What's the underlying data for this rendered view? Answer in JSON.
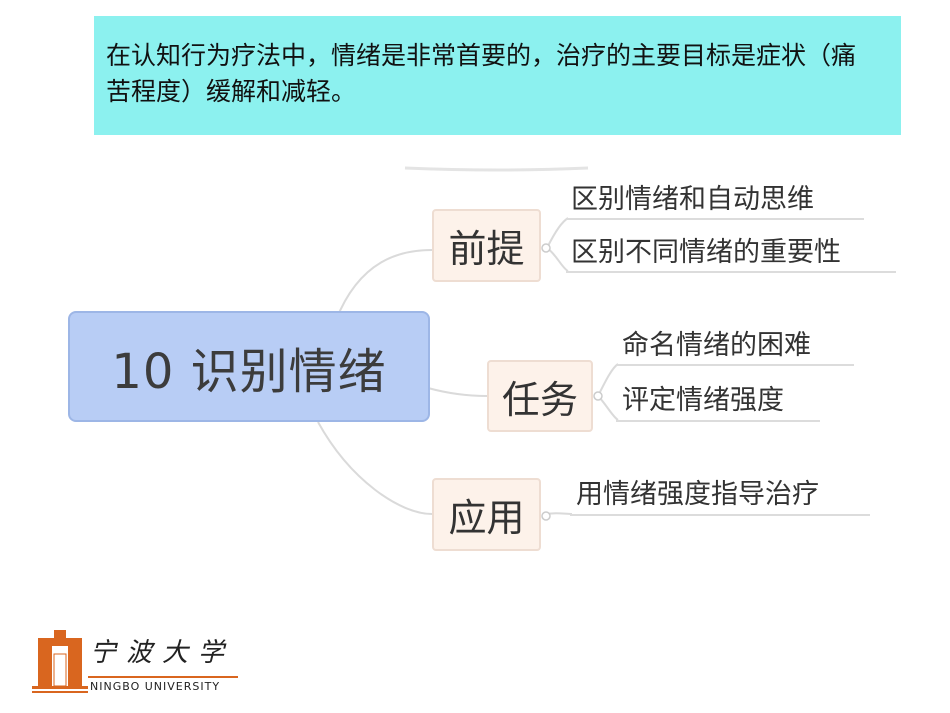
{
  "callout": {
    "text": "在认知行为疗法中，情绪是非常首要的，治疗的主要目标是症状（痛苦程度）缓解和减轻。"
  },
  "mindmap": {
    "root": "10 识别情绪",
    "branches": [
      {
        "label": "前提",
        "leaves": [
          "区别情绪和自动思维",
          "区别不同情绪的重要性"
        ]
      },
      {
        "label": "任务",
        "leaves": [
          "命名情绪的困难",
          "评定情绪强度"
        ]
      },
      {
        "label": "应用",
        "leaves": [
          "用情绪强度指导治疗"
        ]
      }
    ]
  },
  "logo": {
    "cn": "宁波大学",
    "en": "NINGBO UNIVERSITY",
    "color": "#d9661f"
  }
}
